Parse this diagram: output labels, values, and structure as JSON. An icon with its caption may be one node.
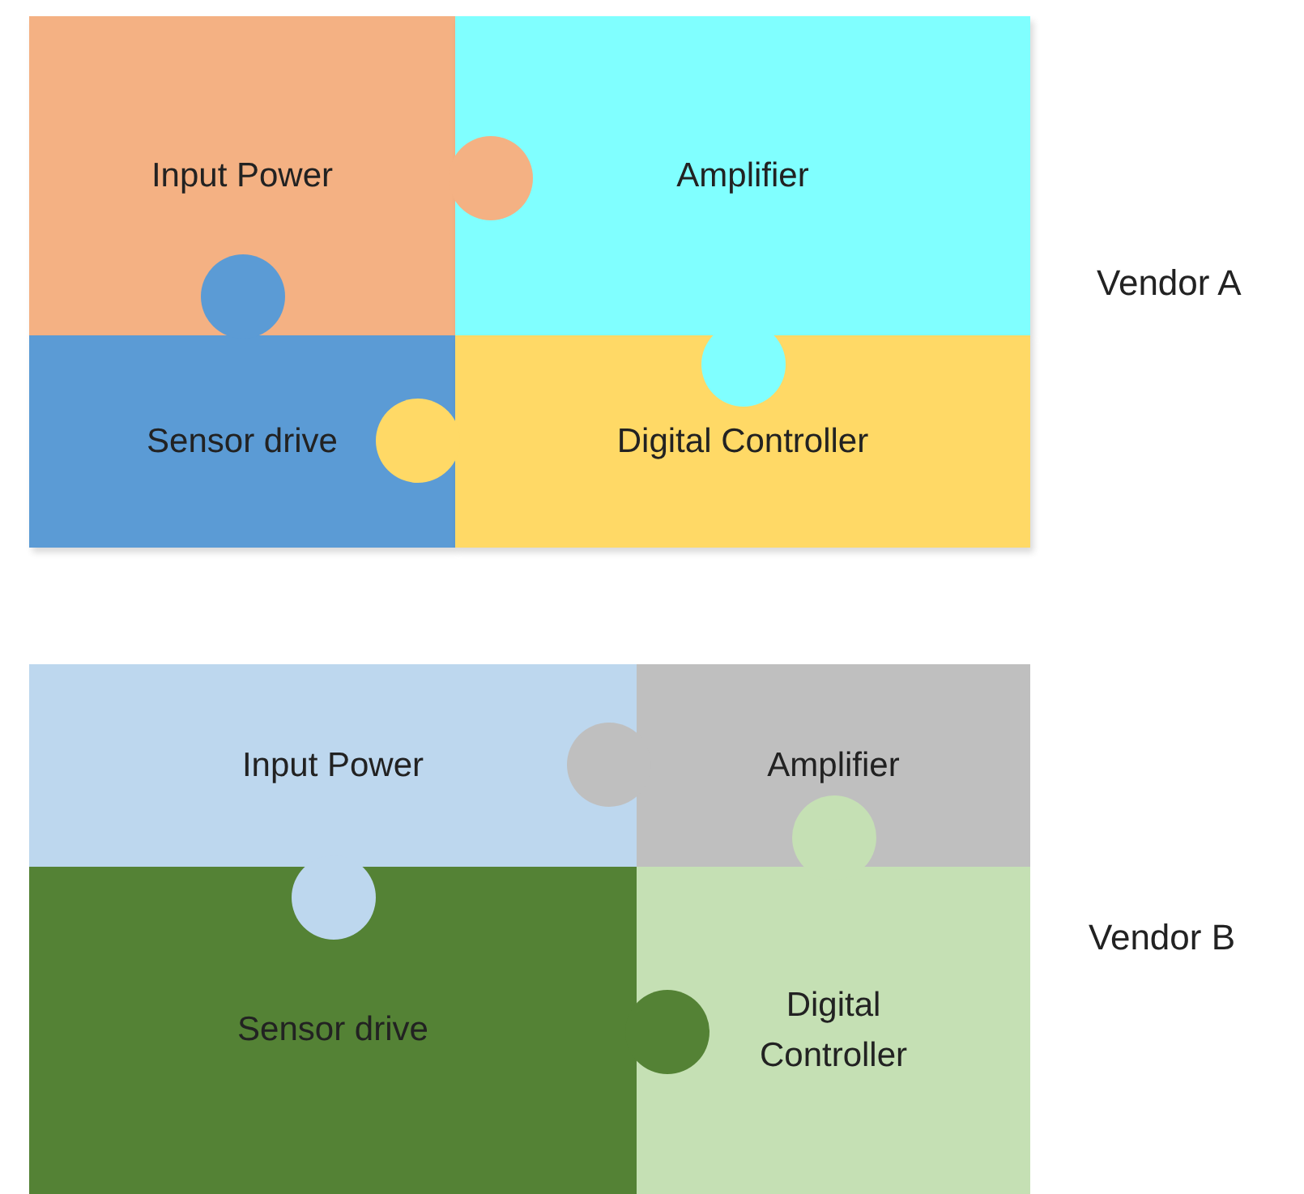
{
  "diagram": {
    "nodes": [
      {
        "text": [
          "Input Power"
        ]
      },
      {
        "text": [
          "Amplifier"
        ]
      },
      {
        "text": [
          "Sensor drive"
        ]
      },
      {
        "text": [
          "Digital Controller"
        ]
      },
      {
        "text": [
          "Input Power"
        ]
      },
      {
        "text": [
          "Amplifier"
        ]
      },
      {
        "text": [
          "Sensor drive"
        ]
      },
      {
        "text": [
          "Digital Controller"
        ]
      }
    ],
    "labels": [
      "Vendor A",
      "Vendor B"
    ]
  }
}
